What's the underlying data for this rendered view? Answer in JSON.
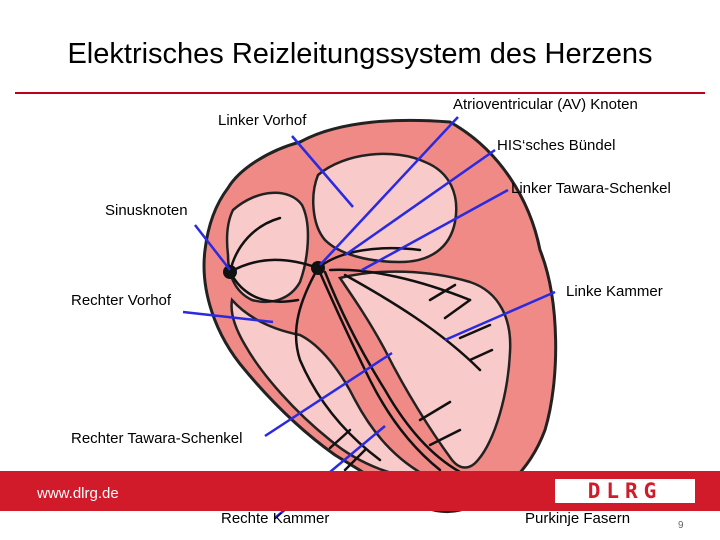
{
  "title": "Elektrisches Reizleitungssystem des Herzens",
  "labels": {
    "linker_vorhof": "Linker Vorhof",
    "av_knoten": "Atrioventricular (AV) Knoten",
    "his_buendel": "HIS‘sches Bündel",
    "linker_tawara": "Linker Tawara-Schenkel",
    "sinusknoten": "Sinusknoten",
    "rechter_vorhof": "Rechter Vorhof",
    "linke_kammer": "Linke Kammer",
    "rechter_tawara": "Rechter Tawara-Schenkel",
    "rechte_kammer": "Rechte Kammer",
    "purkinje": "Purkinje Fasern"
  },
  "footer": {
    "url": "www.dlrg.de",
    "logo": "DLRG"
  },
  "page_number": "9",
  "colors": {
    "accent": "#d11a2a",
    "heart_outer": "#f08080",
    "heart_inner": "#f9cccc",
    "pointer": "#2222dd"
  }
}
